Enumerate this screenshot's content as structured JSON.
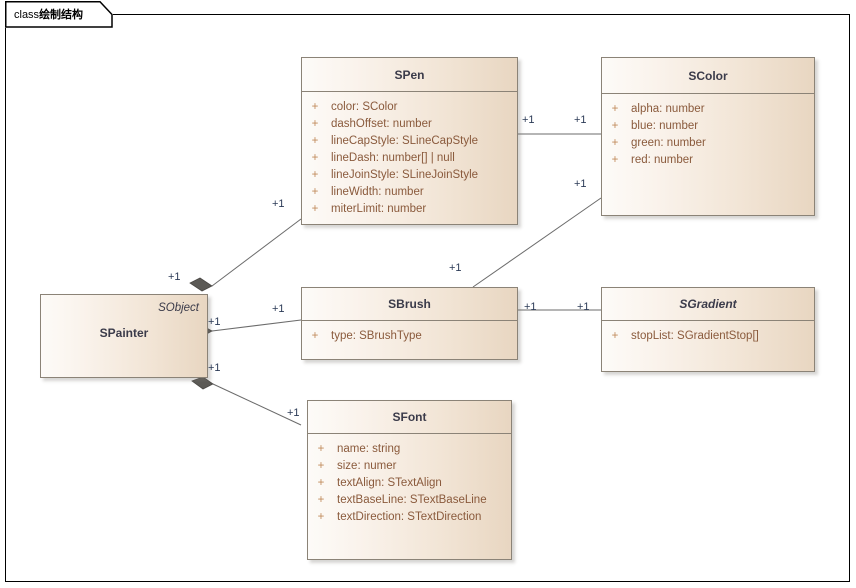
{
  "frame": {
    "tab_keyword": "class",
    "tab_name": "绘制结构"
  },
  "classes": [
    {
      "id": "spainter",
      "name": "SPainter",
      "stereotype": "SObject",
      "abstract": false,
      "layout": "center-name",
      "attributes": []
    },
    {
      "id": "spen",
      "name": "SPen",
      "abstract": false,
      "attributes": [
        {
          "visibility": "+",
          "text": "color: SColor"
        },
        {
          "visibility": "+",
          "text": "dashOffset: number"
        },
        {
          "visibility": "+",
          "text": "lineCapStyle: SLineCapStyle"
        },
        {
          "visibility": "+",
          "text": "lineDash: number[] | null"
        },
        {
          "visibility": "+",
          "text": "lineJoinStyle: SLineJoinStyle"
        },
        {
          "visibility": "+",
          "text": "lineWidth: number"
        },
        {
          "visibility": "+",
          "text": "miterLimit: number"
        }
      ]
    },
    {
      "id": "scolor",
      "name": "SColor",
      "abstract": false,
      "attributes": [
        {
          "visibility": "+",
          "text": "alpha: number"
        },
        {
          "visibility": "+",
          "text": "blue: number"
        },
        {
          "visibility": "+",
          "text": "green: number"
        },
        {
          "visibility": "+",
          "text": "red: number"
        }
      ]
    },
    {
      "id": "sbrush",
      "name": "SBrush",
      "abstract": false,
      "attributes": [
        {
          "visibility": "+",
          "text": "type: SBrushType"
        }
      ]
    },
    {
      "id": "sgradient",
      "name": "SGradient",
      "abstract": true,
      "attributes": [
        {
          "visibility": "+",
          "text": "stopList: SGradientStop[]"
        }
      ]
    },
    {
      "id": "sfont",
      "name": "SFont",
      "abstract": false,
      "attributes": [
        {
          "visibility": "+",
          "text": "name: string"
        },
        {
          "visibility": "+",
          "text": "size: numer"
        },
        {
          "visibility": "+",
          "text": "textAlign: STextAlign"
        },
        {
          "visibility": "+",
          "text": "textBaseLine: STextBaseLine"
        },
        {
          "visibility": "+",
          "text": "textDirection: STextDirection"
        }
      ]
    }
  ],
  "multiplicities": [
    {
      "id": "m-painter-pen",
      "label": "+1"
    },
    {
      "id": "m-pen-painter",
      "label": "+1"
    },
    {
      "id": "m-painter-brush",
      "label": "+1"
    },
    {
      "id": "m-brush-painter",
      "label": "+1"
    },
    {
      "id": "m-painter-font",
      "label": "+1"
    },
    {
      "id": "m-font-painter",
      "label": "+1"
    },
    {
      "id": "m-pen-color",
      "label": "+1"
    },
    {
      "id": "m-color-pen",
      "label": "+1"
    },
    {
      "id": "m-brush-color",
      "label": "+1"
    },
    {
      "id": "m-color-brush",
      "label": "+1"
    },
    {
      "id": "m-brush-gradient",
      "label": "+1"
    },
    {
      "id": "m-gradient-brush",
      "label": "+1"
    }
  ],
  "colors": {
    "box_border": "#8b8377",
    "box_fill_light": "#fdfbf8",
    "box_fill_dark": "#e8d6c1",
    "title_text": "#3b3b4a",
    "attr_text": "#8a5a3c",
    "visibility_marker": "#c08a5a",
    "connector": "#6b6b6b",
    "multiplicity_text": "#2b3a56",
    "frame_border": "#000000"
  }
}
